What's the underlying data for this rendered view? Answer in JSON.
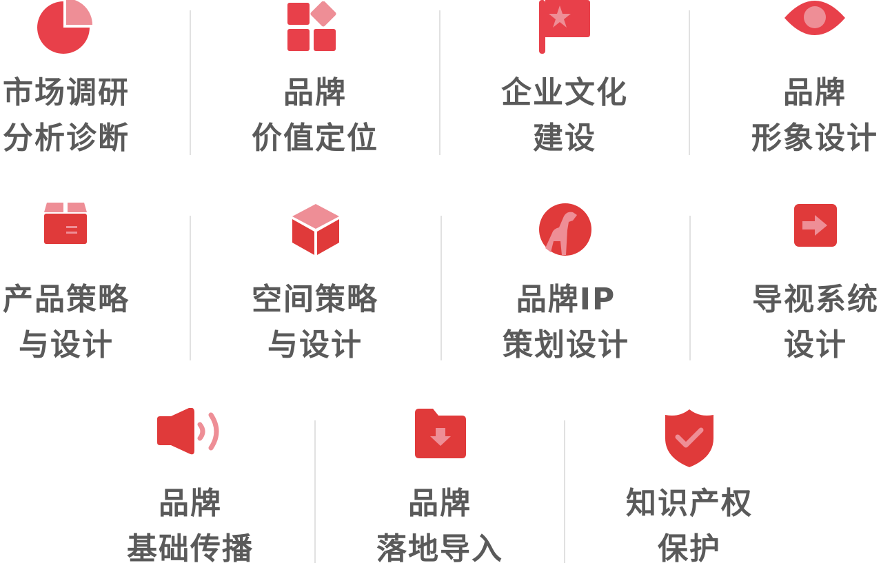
{
  "colors": {
    "accent": "#e8404a",
    "accent_light": "#ee8e96",
    "text": "#5a5a5a",
    "divider": "#e1e1e1"
  },
  "services": [
    {
      "icon": "pie-chart-icon",
      "lines": [
        "市场调研",
        "分析诊断"
      ]
    },
    {
      "icon": "app-grid-icon",
      "lines": [
        "品牌",
        "价值定位"
      ]
    },
    {
      "icon": "flag-icon",
      "lines": [
        "企业文化",
        "建设"
      ]
    },
    {
      "icon": "eye-icon",
      "lines": [
        "品牌",
        "形象设计"
      ]
    },
    {
      "icon": "box-icon",
      "lines": [
        "产品策略",
        "与设计"
      ]
    },
    {
      "icon": "cube-icon",
      "lines": [
        "空间策略",
        "与设计"
      ]
    },
    {
      "icon": "dog-icon",
      "lines": [
        "品牌IP",
        "策划设计"
      ]
    },
    {
      "icon": "arrow-right-icon",
      "lines": [
        "导视系统",
        "设计"
      ]
    },
    {
      "icon": "speaker-icon",
      "lines": [
        "品牌",
        "基础传播"
      ]
    },
    {
      "icon": "folder-download-icon",
      "lines": [
        "品牌",
        "落地导入"
      ]
    },
    {
      "icon": "shield-check-icon",
      "lines": [
        "知识产权",
        "保护"
      ]
    }
  ]
}
